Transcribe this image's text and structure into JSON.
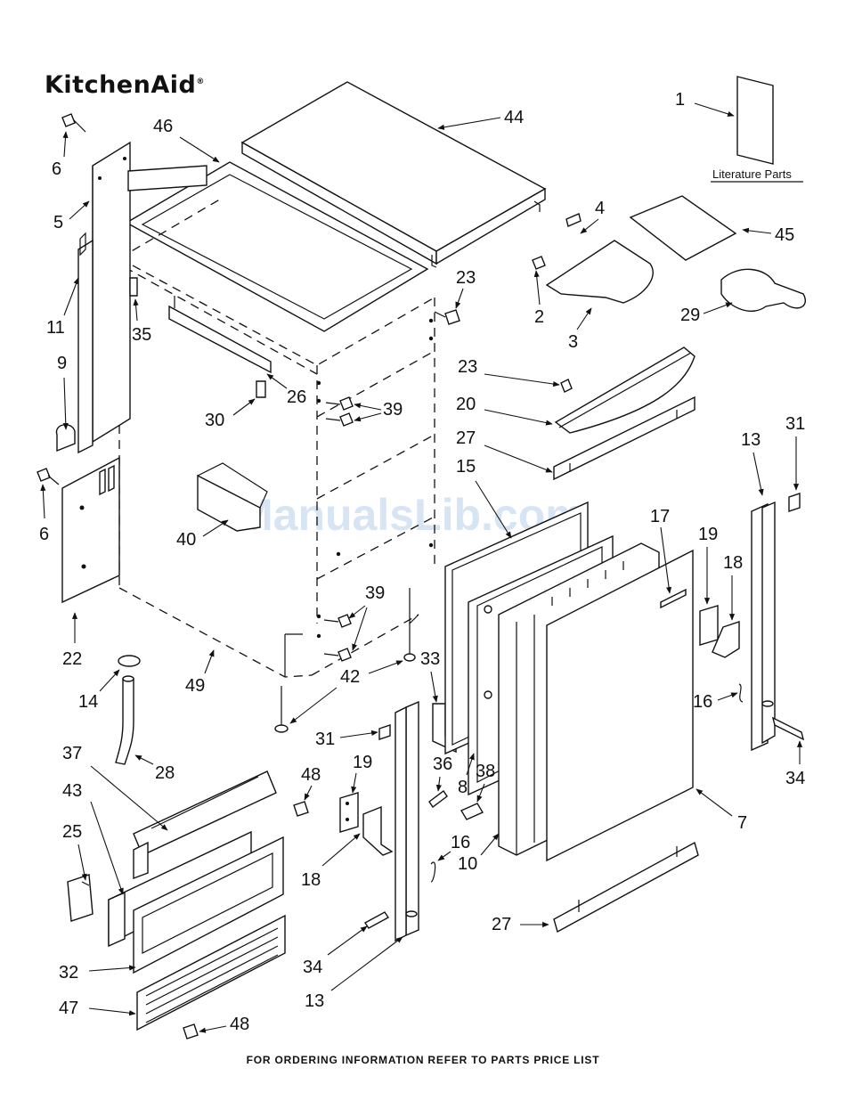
{
  "brand": {
    "logo_text": "KitchenAid",
    "mark": "®"
  },
  "literature_caption": "Literature Parts",
  "watermark": "ManualsLib.com",
  "footer": "FOR ORDERING INFORMATION REFER TO PARTS PRICE LIST",
  "callouts": {
    "c1": "1",
    "c2": "2",
    "c3": "3",
    "c4": "4",
    "c5": "5",
    "c6a": "6",
    "c6b": "6",
    "c7": "7",
    "c8": "8",
    "c9": "9",
    "c10": "10",
    "c11": "11",
    "c13a": "13",
    "c13b": "13",
    "c14": "14",
    "c15": "15",
    "c16a": "16",
    "c16b": "16",
    "c17": "17",
    "c18a": "18",
    "c18b": "18",
    "c19a": "19",
    "c19b": "19",
    "c20": "20",
    "c22": "22",
    "c23a": "23",
    "c23b": "23",
    "c25": "25",
    "c26": "26",
    "c27a": "27",
    "c27b": "27",
    "c28": "28",
    "c29": "29",
    "c30": "30",
    "c31a": "31",
    "c31b": "31",
    "c32": "32",
    "c33": "33",
    "c34a": "34",
    "c34b": "34",
    "c35": "35",
    "c36": "36",
    "c37": "37",
    "c38": "38",
    "c39a": "39",
    "c39b": "39",
    "c40": "40",
    "c42": "42",
    "c43": "43",
    "c44": "44",
    "c45": "45",
    "c46": "46",
    "c47": "47",
    "c48a": "48",
    "c48b": "48",
    "c49": "49"
  },
  "colors": {
    "line": "#111111",
    "watermark": "#8fb5e0"
  }
}
